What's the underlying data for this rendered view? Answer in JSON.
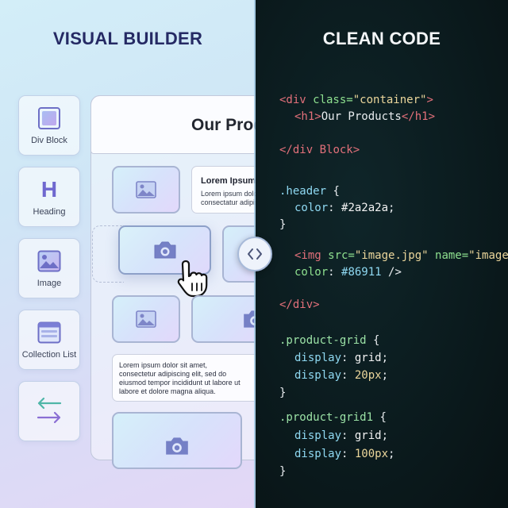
{
  "left_pane": {
    "title": "VISUAL BUILDER",
    "tools": [
      {
        "label": "Div Block",
        "icon": "div-block-icon"
      },
      {
        "label": "Heading",
        "icon": "heading-icon",
        "glyph": "H"
      },
      {
        "label": "Image",
        "icon": "image-icon"
      },
      {
        "label": "Collection List",
        "icon": "collection-list-icon"
      },
      {
        "label": "",
        "icon": "swap-arrows-icon"
      }
    ],
    "canvas": {
      "title": "Our Products",
      "text_card": {
        "title": "Lorem Ipsum",
        "lines": [
          "Lorem ipsum dolor",
          "consectatur adipisc"
        ]
      },
      "paragraph": [
        "Lorem ipsum dolor sit amet,",
        "consectetur adipiscing elit, sed do",
        "eiusmod tempor incididunt ut labore ut",
        "labore et dolore magna aliqua."
      ]
    }
  },
  "divider": {
    "icon": "code-toggle-icon"
  },
  "right_pane": {
    "title": "CLEAN CODE",
    "code": {
      "l1": {
        "open": "<div",
        "attr": " class=",
        "str": "\"container\"",
        "close": ">"
      },
      "l2": {
        "open": "<h1>",
        "text": "Our Products",
        "close": "</h1>"
      },
      "l3": {
        "close": "</div",
        "text": " Block>"
      },
      "l4": {
        "selector": ".header",
        "brace": " {"
      },
      "l5": {
        "prop": "color",
        "colon": ": ",
        "value": "#2a2a2a",
        "semi": ";"
      },
      "l6": {
        "brace": "}"
      },
      "l7": {
        "open": "<img",
        "attr1": " src=",
        "str1": "\"image.jpg\"",
        "attr2": " name=",
        "str2": "\"image\""
      },
      "l8": {
        "prop": "color",
        "colon": ": ",
        "value": "#86911",
        "end": " />"
      },
      "l9": {
        "close": "</div>"
      },
      "l10": {
        "selector": ".product-grid",
        "brace": " {"
      },
      "l11": {
        "prop": "display",
        "colon": ": ",
        "value": "grid",
        "semi": ";"
      },
      "l12": {
        "prop": "display",
        "colon": ": ",
        "value": "20px",
        "semi": ";"
      },
      "l13": {
        "brace": "}"
      },
      "l14": {
        "selector": ".product-grid1",
        "brace": " {"
      },
      "l15": {
        "prop": "display",
        "colon": ": ",
        "value": "grid",
        "semi": ";"
      },
      "l16": {
        "prop": "display",
        "colon": ": ",
        "value": "100px",
        "semi": ";"
      },
      "l17": {
        "brace": "}"
      }
    }
  },
  "colors": {
    "tag": "#e3707a",
    "attribute": "#8ee08f",
    "string": "#ebd69b",
    "property": "#8fd9f2",
    "left_title": "#252a64",
    "icon_accent": "#7b6cd4"
  }
}
